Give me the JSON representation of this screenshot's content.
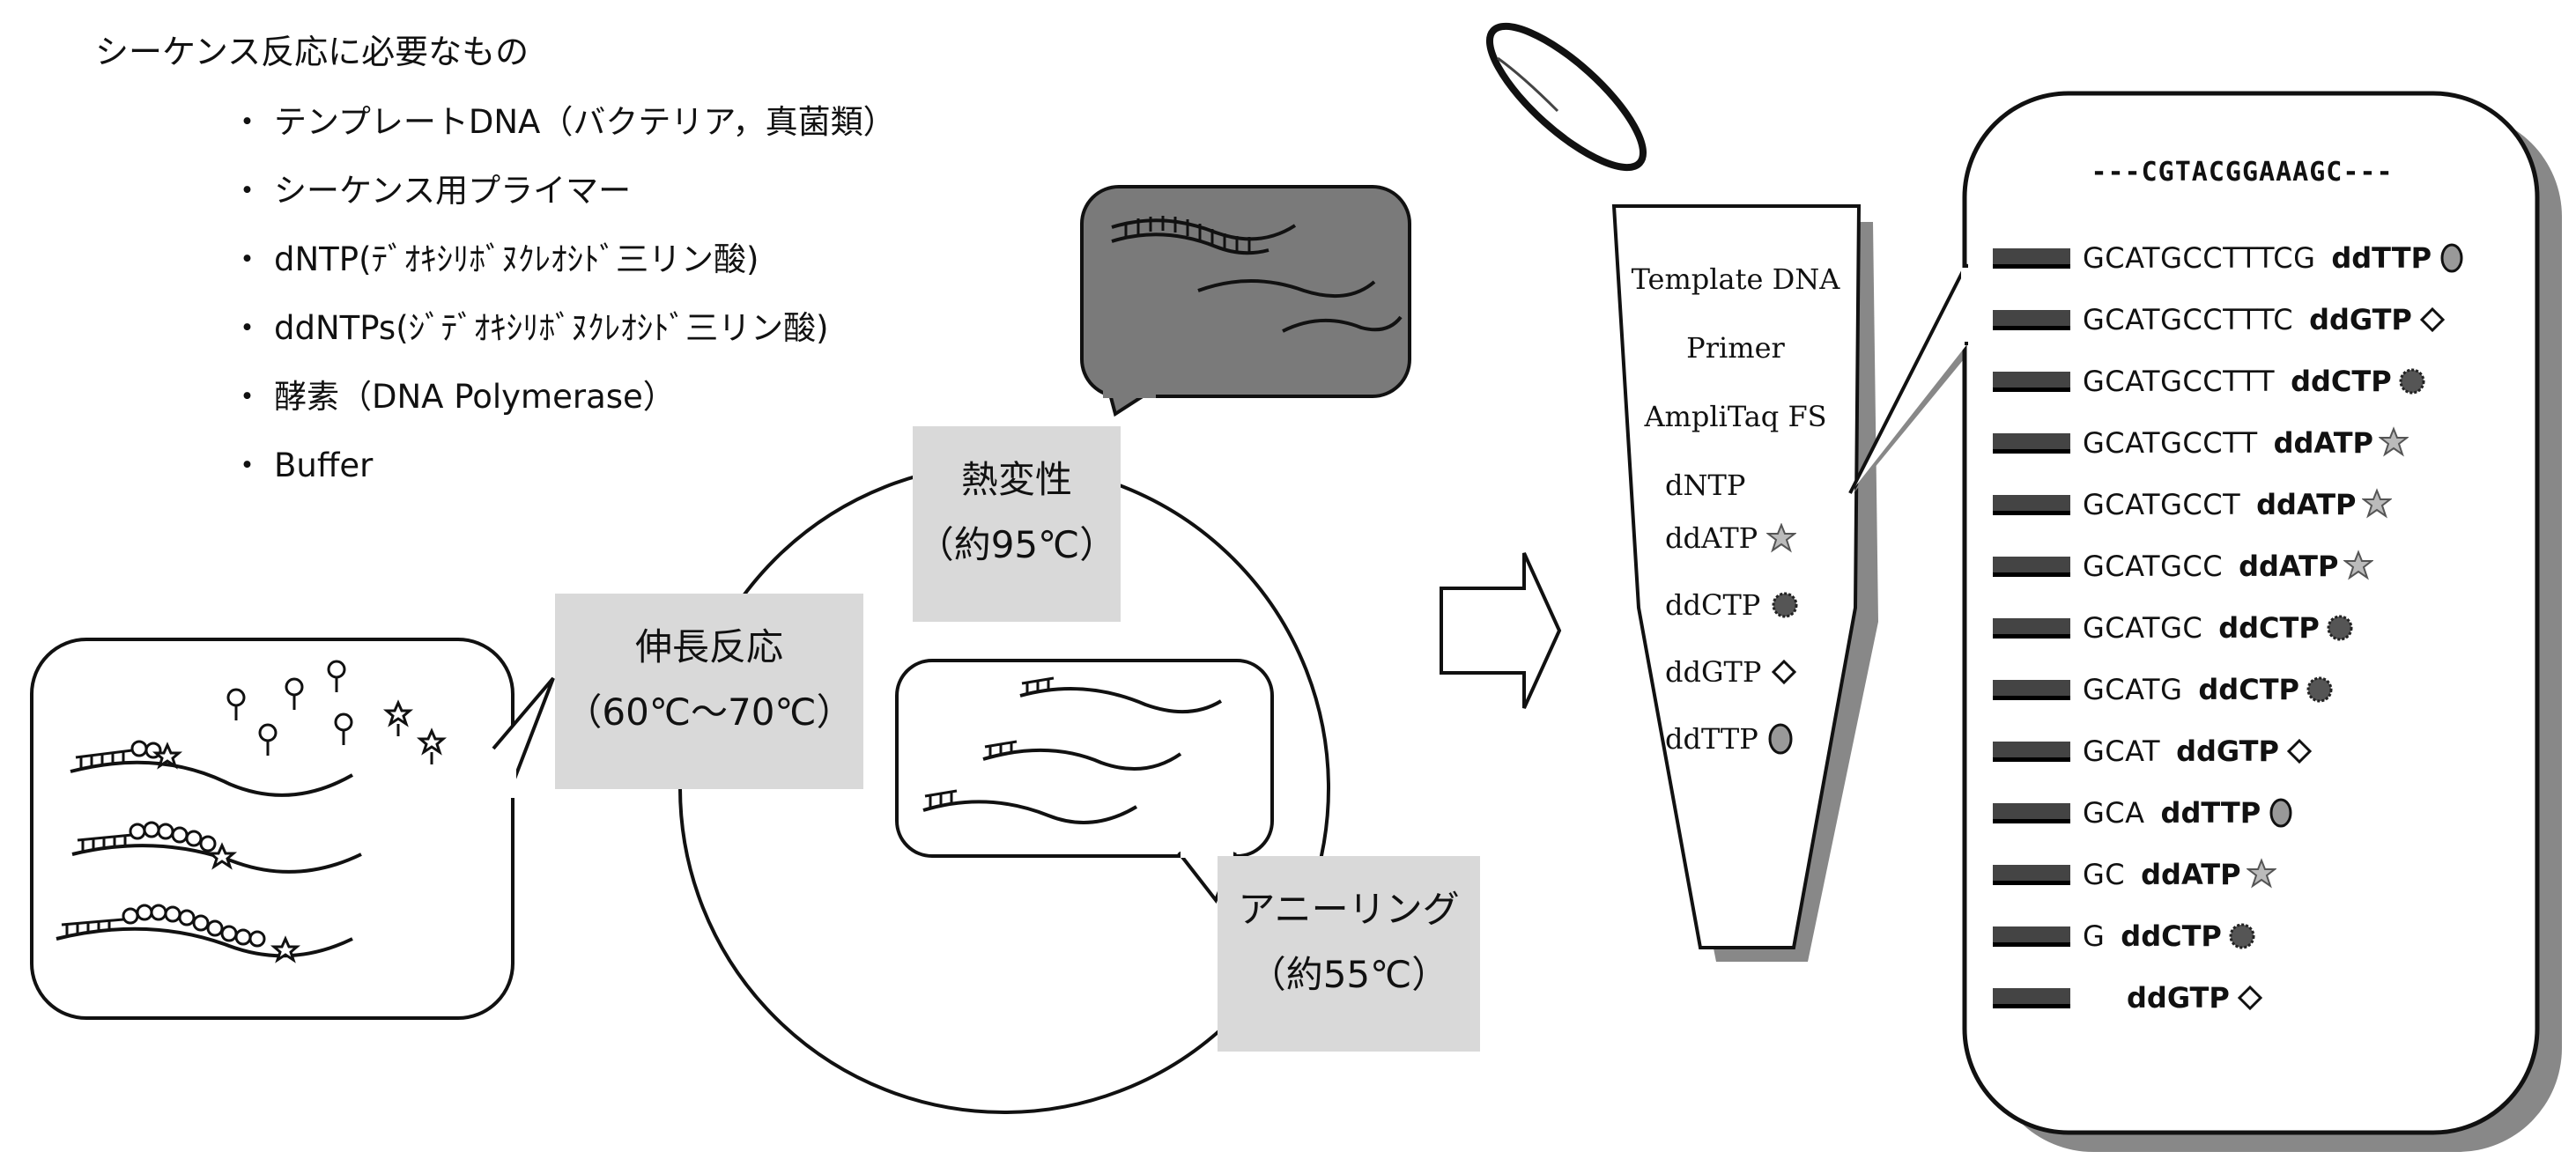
{
  "requirements": {
    "title": "シーケンス反応に必要なもの",
    "items": [
      "テンプレートDNA（バクテリア，真菌類）",
      "シーケンス用プライマー",
      "dNTP(ﾃﾞｵｷｼﾘﾎﾞﾇｸﾚｵｼﾄﾞ三リン酸)",
      "ddNTPs(ｼﾞﾃﾞｵｷｼﾘﾎﾞﾇｸﾚｵｼﾄﾞ三リン酸)",
      "酵素（DNA Polymerase）",
      "Buffer"
    ]
  },
  "cycle": {
    "denaturation": {
      "name": "熱変性",
      "temp": "（約95℃）"
    },
    "annealing": {
      "name": "アニーリング",
      "temp": "（約55℃）"
    },
    "extension": {
      "name": "伸長反応",
      "temp": "（60℃～70℃）"
    }
  },
  "tube": {
    "lines": [
      "Template DNA",
      "Primer",
      "AmpliTaq FS",
      "dNTP"
    ],
    "ddntps": [
      {
        "label": "ddATP",
        "symbol": "star"
      },
      {
        "label": "ddCTP",
        "symbol": "burst"
      },
      {
        "label": "ddGTP",
        "symbol": "diamond"
      },
      {
        "label": "ddTTP",
        "symbol": "oval"
      }
    ]
  },
  "sequence_panel": {
    "header": "---CGTACGGAAAGC---",
    "fragments": [
      {
        "seq": "GCATGCCTTTCG",
        "dd": "ddTTP",
        "symbol": "oval"
      },
      {
        "seq": "GCATGCCTTTC",
        "dd": "ddGTP",
        "symbol": "diamond"
      },
      {
        "seq": "GCATGCCTTT",
        "dd": "ddCTP",
        "symbol": "burst"
      },
      {
        "seq": "GCATGCCTT",
        "dd": "ddATP",
        "symbol": "star"
      },
      {
        "seq": "GCATGCCT",
        "dd": "ddATP",
        "symbol": "star"
      },
      {
        "seq": "GCATGCC",
        "dd": "ddATP",
        "symbol": "star"
      },
      {
        "seq": "GCATGC",
        "dd": "ddCTP",
        "symbol": "burst"
      },
      {
        "seq": "GCATG",
        "dd": "ddCTP",
        "symbol": "burst"
      },
      {
        "seq": "GCAT",
        "dd": "ddGTP",
        "symbol": "diamond"
      },
      {
        "seq": "GCA",
        "dd": "ddTTP",
        "symbol": "oval"
      },
      {
        "seq": "GC",
        "dd": "ddATP",
        "symbol": "star"
      },
      {
        "seq": "G",
        "dd": "ddCTP",
        "symbol": "burst"
      },
      {
        "seq": "",
        "dd": "ddGTP",
        "symbol": "diamond"
      }
    ]
  },
  "colors": {
    "box_gray": "#d9d9d9",
    "bubble_gray": "#7a7a7a",
    "shadow": "#888888",
    "symbol_gray": "#999999"
  }
}
